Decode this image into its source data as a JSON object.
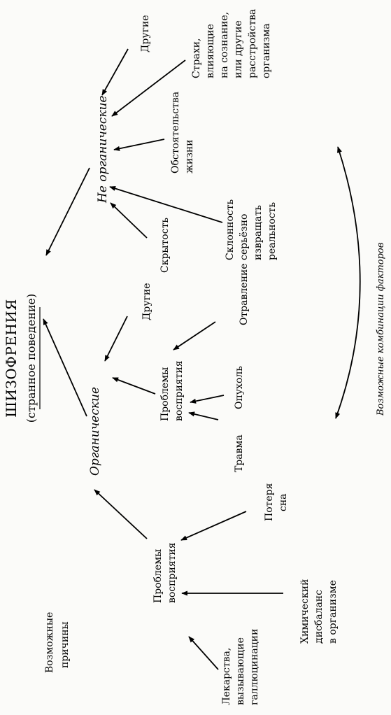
{
  "title": "ШИЗОФРЕНИЯ",
  "subtitle": "(странное поведение)",
  "causes_label": [
    "Возможные",
    "причины"
  ],
  "organic": {
    "label": "Органические",
    "perception_top": [
      "Проблемы",
      "восприятия"
    ],
    "perception_bottom": [
      "Проблемы",
      "восприятия"
    ],
    "other": "Другие",
    "injury": "Травма",
    "tumor": "Опухоль",
    "poisoning": "Отравление",
    "sleep_loss": [
      "Потеря",
      "сна"
    ],
    "chemical": [
      "Химический",
      "дисбаланс",
      "в организме"
    ],
    "drugs": [
      "Лекарства,",
      "вызывающие",
      "галлюцинации"
    ]
  },
  "non_organic": {
    "label": "Не органические",
    "other": "Другие",
    "fears": [
      "Страхи,",
      "влияющие",
      "на сознание,",
      "или другие",
      "расстройства",
      "организма"
    ],
    "circumstances": [
      "Обстоятельства",
      "жизни"
    ],
    "reality": [
      "Склонность",
      "серьёзно",
      "извращать",
      "реальность"
    ],
    "secrecy": "Скрытость"
  },
  "combination_label": "Возможные комбинации факторов"
}
